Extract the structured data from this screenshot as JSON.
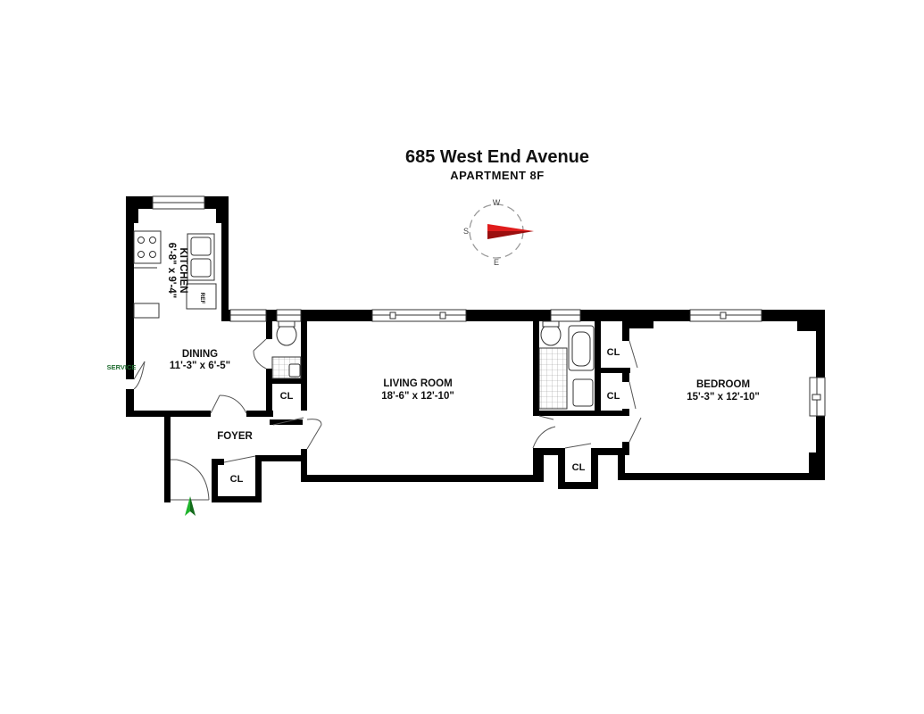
{
  "header": {
    "title": "685 West End Avenue",
    "subtitle": "APARTMENT 8F"
  },
  "compass": {
    "north": "W",
    "south": "E",
    "west": "S"
  },
  "rooms": {
    "kitchen": {
      "name": "KITCHEN",
      "dims": "6'-8\" x 9'-4\""
    },
    "dining": {
      "name": "DINING",
      "dims": "11'-3\" x 6'-5\""
    },
    "foyer": {
      "name": "FOYER"
    },
    "living": {
      "name": "LIVING ROOM",
      "dims": "18'-6\" x 12'-10\""
    },
    "bedroom": {
      "name": "BEDROOM",
      "dims": "15'-3\" x 12'-10\""
    }
  },
  "closet_label": "CL",
  "appliances": {
    "ref": "REF"
  },
  "service_label": "SERVICE",
  "colors": {
    "wall": "#000000",
    "compass_needle": "#d11a1a",
    "entry_arrow": "#1f9a2a",
    "service_text": "#1d6b2e"
  }
}
